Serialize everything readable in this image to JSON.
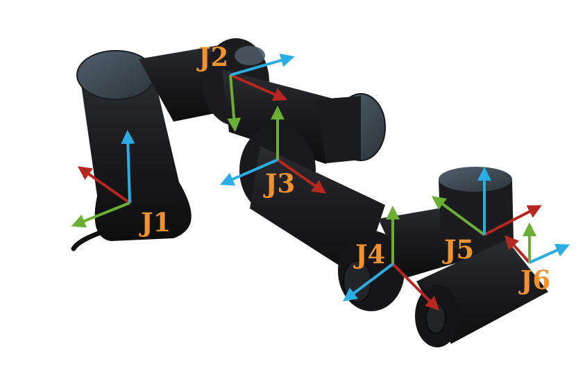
{
  "colors": {
    "x_axis": "#b5271f",
    "y_axis": "#6aae34",
    "z_axis": "#2aaee3",
    "label": "#f0922e",
    "robot_body": "#1b1b1d",
    "robot_cap": "#3e4a55"
  },
  "joints": [
    {
      "id": "j1",
      "label": "J1"
    },
    {
      "id": "j2",
      "label": "J2"
    },
    {
      "id": "j3",
      "label": "J3"
    },
    {
      "id": "j4",
      "label": "J4"
    },
    {
      "id": "j5",
      "label": "J5"
    },
    {
      "id": "j6",
      "label": "J6"
    }
  ]
}
